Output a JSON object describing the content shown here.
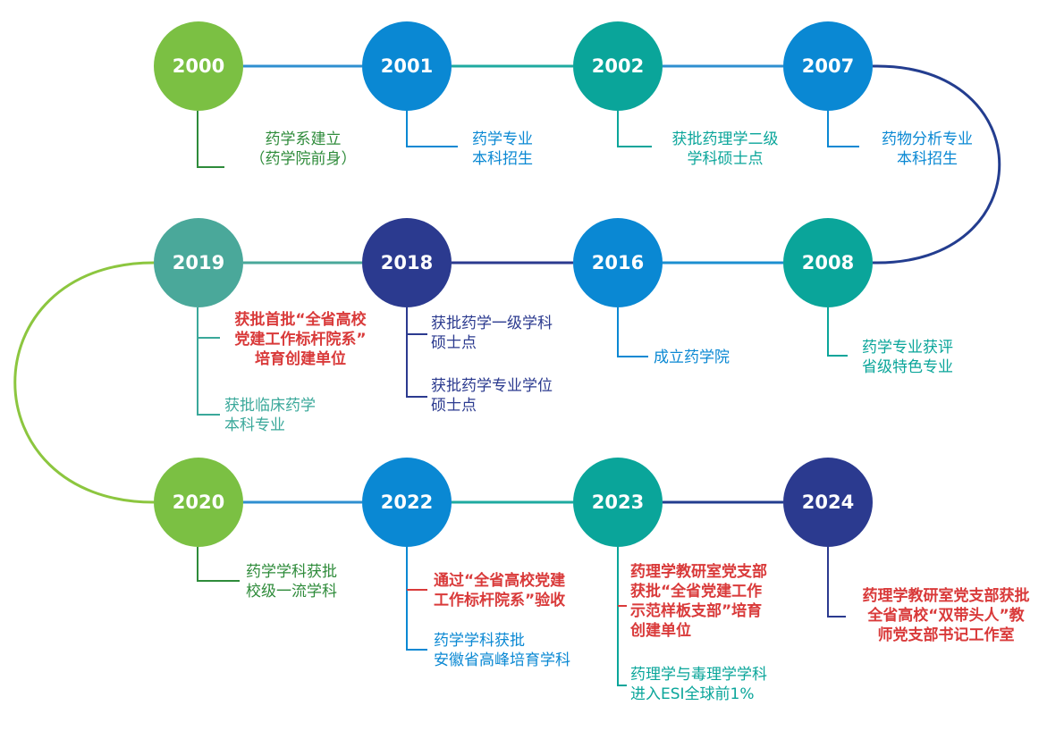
{
  "milestones": [
    {
      "year": "2000",
      "color": "#7bc043",
      "events": [
        {
          "text": "药学系建立\n（药学院前身）",
          "color": "#2e8b3a"
        }
      ]
    },
    {
      "year": "2001",
      "color": "#0a88d3",
      "events": [
        {
          "text": "药学专业\n本科招生",
          "color": "#0a88d3"
        }
      ]
    },
    {
      "year": "2002",
      "color": "#0aa59a",
      "events": [
        {
          "text": "获批药理学二级\n学科硕士点",
          "color": "#0aa59a"
        }
      ]
    },
    {
      "year": "2007",
      "color": "#0a88d3",
      "events": [
        {
          "text": "药物分析专业\n本科招生",
          "color": "#0a88d3"
        }
      ]
    },
    {
      "year": "2008",
      "color": "#0aa59a",
      "events": [
        {
          "text": "药学专业获评\n省级特色专业",
          "color": "#0aa59a"
        }
      ]
    },
    {
      "year": "2016",
      "color": "#0a88d3",
      "events": [
        {
          "text": "成立药学院",
          "color": "#0a88d3"
        }
      ]
    },
    {
      "year": "2018",
      "color": "#2b3a8f",
      "events": [
        {
          "text": "获批药学一级学科\n硕士点",
          "color": "#2b3a8f"
        },
        {
          "text": "获批药学专业学位\n硕士点",
          "color": "#2b3a8f"
        }
      ]
    },
    {
      "year": "2019",
      "color": "#4aa89a",
      "events": [
        {
          "text": "获批首批“全省高校\n党建工作标杆院系”\n培育创建单位",
          "color": "#d93a3a"
        },
        {
          "text": "获批临床药学\n本科专业",
          "color": "#3aa89a"
        }
      ]
    },
    {
      "year": "2020",
      "color": "#7bc043",
      "events": [
        {
          "text": "药学学科获批\n校级一流学科",
          "color": "#2e8b3a"
        }
      ]
    },
    {
      "year": "2022",
      "color": "#0a88d3",
      "events": [
        {
          "text": "通过“全省高校党建\n工作标杆院系”验收",
          "color": "#d93a3a"
        },
        {
          "text": "药学学科获批\n安徽省高峰培育学科",
          "color": "#0a88d3"
        }
      ]
    },
    {
      "year": "2023",
      "color": "#0aa59a",
      "events": [
        {
          "text": "药理学教研室党支部\n获批“全省党建工作\n示范样板支部”培育\n创建单位",
          "color": "#d93a3a"
        },
        {
          "text": "药理学与毒理学学科\n进入ESI全球前1%",
          "color": "#0aa59a"
        }
      ]
    },
    {
      "year": "2024",
      "color": "#2b3a8f",
      "events": [
        {
          "text": "药理学教研室党支部获批\n全省高校“双带头人”教\n师党支部书记工作室",
          "color": "#d93a3a"
        }
      ]
    }
  ]
}
